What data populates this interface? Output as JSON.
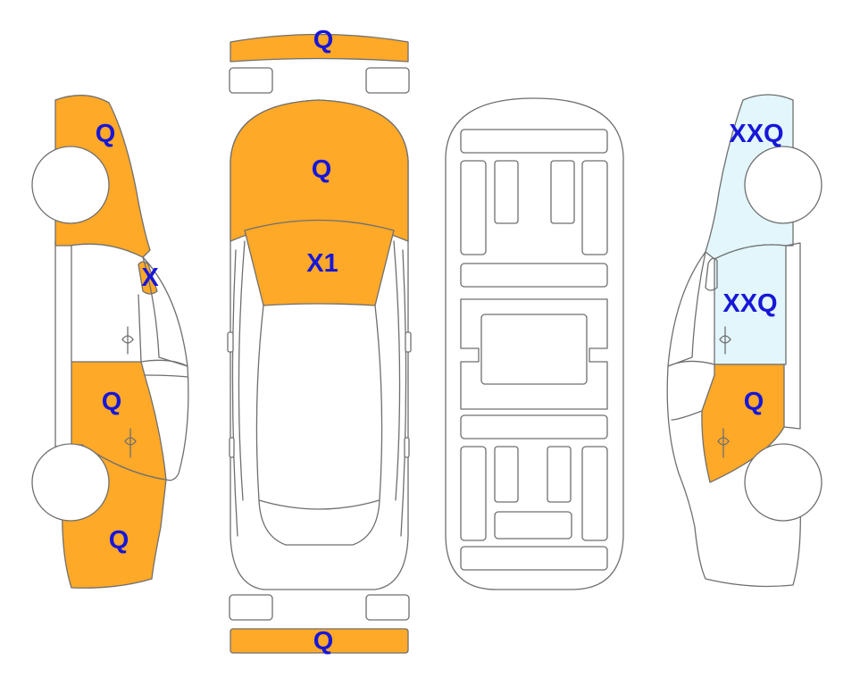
{
  "colors": {
    "damaged": "#ffa928",
    "repaired": "#e2f6fc",
    "label": "#1717d8",
    "outline": "#6f6f6f"
  },
  "labels": {
    "front_bumper": "Q",
    "hood": "Q",
    "windshield": "X1",
    "rear_bumper": "Q",
    "left_front_fender": "Q",
    "left_mirror": "X",
    "left_rear_door": "Q",
    "left_rear_quarter": "Q",
    "right_front_fender": "XXQ",
    "right_front_door": "XXQ",
    "right_rear_door": "Q"
  }
}
